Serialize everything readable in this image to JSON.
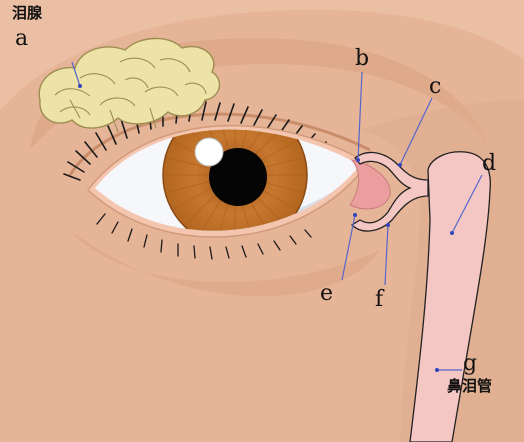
{
  "labels": {
    "a": "a",
    "b": "b",
    "c": "c",
    "d": "d",
    "e": "e",
    "f": "f",
    "g": "g"
  },
  "annotations": {
    "lacrimal_gland": "泪腺",
    "nasolacrimal_duct": "鼻泪管"
  },
  "colors": {
    "skin": "#e6b598",
    "skin_shadow": "#d9a07f",
    "gland": "#eee3a6",
    "gland_stroke": "#9c8d52",
    "sclera": "#f5f7fb",
    "iris": "#c7782f",
    "pupil": "#050505",
    "duct": "#f5c7c4",
    "caruncle": "#eb9e9e",
    "leader": "#5566cc"
  }
}
